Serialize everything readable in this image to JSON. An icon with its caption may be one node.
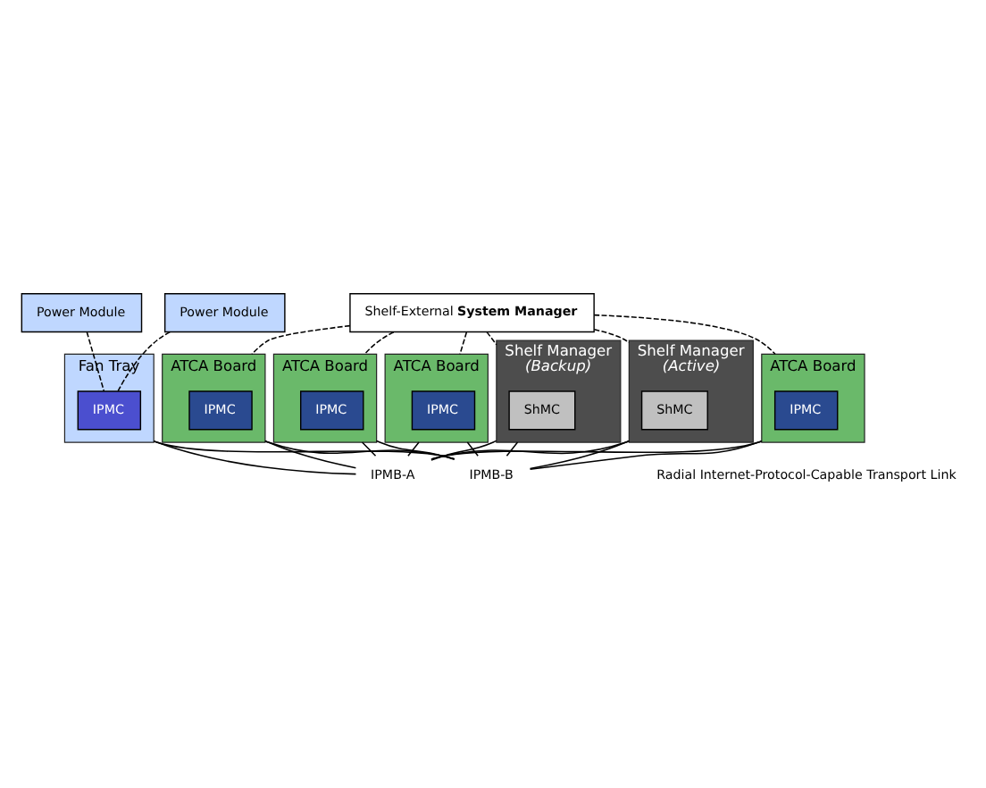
{
  "diagram": {
    "nodes": [
      {
        "text": [
          "Shelf-External **System Manager**"
        ]
      },
      {
        "text": [
          "Shelf Manager",
          "*(Backup)*"
        ]
      },
      {
        "text": [
          "ShMC"
        ],
        "in": 1
      },
      {
        "text": [
          "Shelf Manager",
          "*(Active)*"
        ]
      },
      {
        "text": [
          "ShMC"
        ],
        "in": 3
      },
      {
        "text": [
          "Power Module"
        ]
      },
      {
        "text": [
          "Power Module"
        ]
      },
      {
        "text": [
          "Fan Tray"
        ]
      },
      {
        "text": [
          "IPMC"
        ],
        "in": 7
      },
      {
        "text": [
          "ATCA Board"
        ]
      },
      {
        "text": [
          "IPMC"
        ],
        "in": 9
      },
      {
        "text": [
          "ATCA Board"
        ]
      },
      {
        "text": [
          "IPMC"
        ],
        "in": 11
      },
      {
        "text": [
          "ATCA Board"
        ]
      },
      {
        "text": [
          "IPMC"
        ],
        "in": 13
      },
      {
        "text": [
          "ATCA Board"
        ]
      },
      {
        "text": [
          "IPMC"
        ],
        "in": 15
      },
      {
        "text": [
          "IPMB-A"
        ]
      },
      {
        "text": [
          "IPMB-B"
        ]
      }
    ],
    "edges": [
      {
        "from": 0,
        "to": 1,
        "arrow": "none",
        "style": "dashed"
      },
      {
        "from": 0,
        "to": 3,
        "arrow": "none",
        "style": "dashed"
      },
      {
        "from": 0,
        "to": 9,
        "arrow": "none",
        "style": "dashed"
      },
      {
        "from": 0,
        "to": 11,
        "arrow": "none",
        "style": "dashed"
      },
      {
        "from": 0,
        "to": 13,
        "arrow": "none",
        "style": "dashed"
      },
      {
        "from": 0,
        "to": 15,
        "arrow": "none",
        "style": "dashed"
      },
      {
        "from": 5,
        "to": 8,
        "arrow": "none",
        "style": "dashed"
      },
      {
        "from": 6,
        "to": 8,
        "arrow": "none",
        "style": "dashed"
      },
      {
        "from": 1,
        "to": 17,
        "arrow": "none"
      },
      {
        "from": 1,
        "to": 18,
        "arrow": "none"
      },
      {
        "from": 3,
        "to": 17,
        "arrow": "none"
      },
      {
        "from": 3,
        "to": 18,
        "arrow": "none"
      },
      {
        "from": 7,
        "to": 17,
        "arrow": "none"
      },
      {
        "from": 7,
        "to": 18,
        "arrow": "none"
      },
      {
        "from": 9,
        "to": 17,
        "arrow": "none"
      },
      {
        "from": 9,
        "to": 18,
        "arrow": "none"
      },
      {
        "from": 11,
        "to": 17,
        "arrow": "none"
      },
      {
        "from": 11,
        "to": 18,
        "arrow": "none"
      },
      {
        "from": 13,
        "to": 17,
        "arrow": "none"
      },
      {
        "from": 13,
        "to": 18,
        "arrow": "none"
      },
      {
        "from": 15,
        "to": 17,
        "arrow": "none"
      },
      {
        "from": 15,
        "to": 18,
        "arrow": "none"
      }
    ],
    "labels": [
      "Radial Internet-Protocol-Capable Transport Link"
    ]
  }
}
